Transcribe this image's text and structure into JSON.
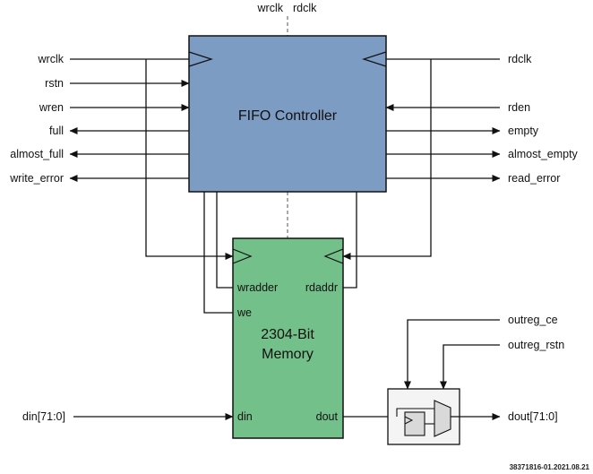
{
  "top_labels": {
    "left": "wrclk",
    "right": "rdclk"
  },
  "controller": {
    "title": "FIFO Controller",
    "color": "#7d9cc4",
    "left_signals": [
      "wrclk",
      "rstn",
      "wren",
      "full",
      "almost_full",
      "write_error"
    ],
    "right_signals": [
      "rdclk",
      "rden",
      "empty",
      "almost_empty",
      "read_error"
    ]
  },
  "memory": {
    "title_line1": "2304-Bit",
    "title_line2": "Memory",
    "color": "#74c08a",
    "ports": {
      "wradder": "wradder",
      "rdaddr": "rdaddr",
      "we": "we",
      "din": "din",
      "dout": "dout"
    }
  },
  "inputs": {
    "din": "din[71:0]"
  },
  "outputs": {
    "dout": "dout[71:0]"
  },
  "output_reg": {
    "ce": "outreg_ce",
    "rstn": "outreg_rstn"
  },
  "footer": "38371816-01.2021.08.21"
}
